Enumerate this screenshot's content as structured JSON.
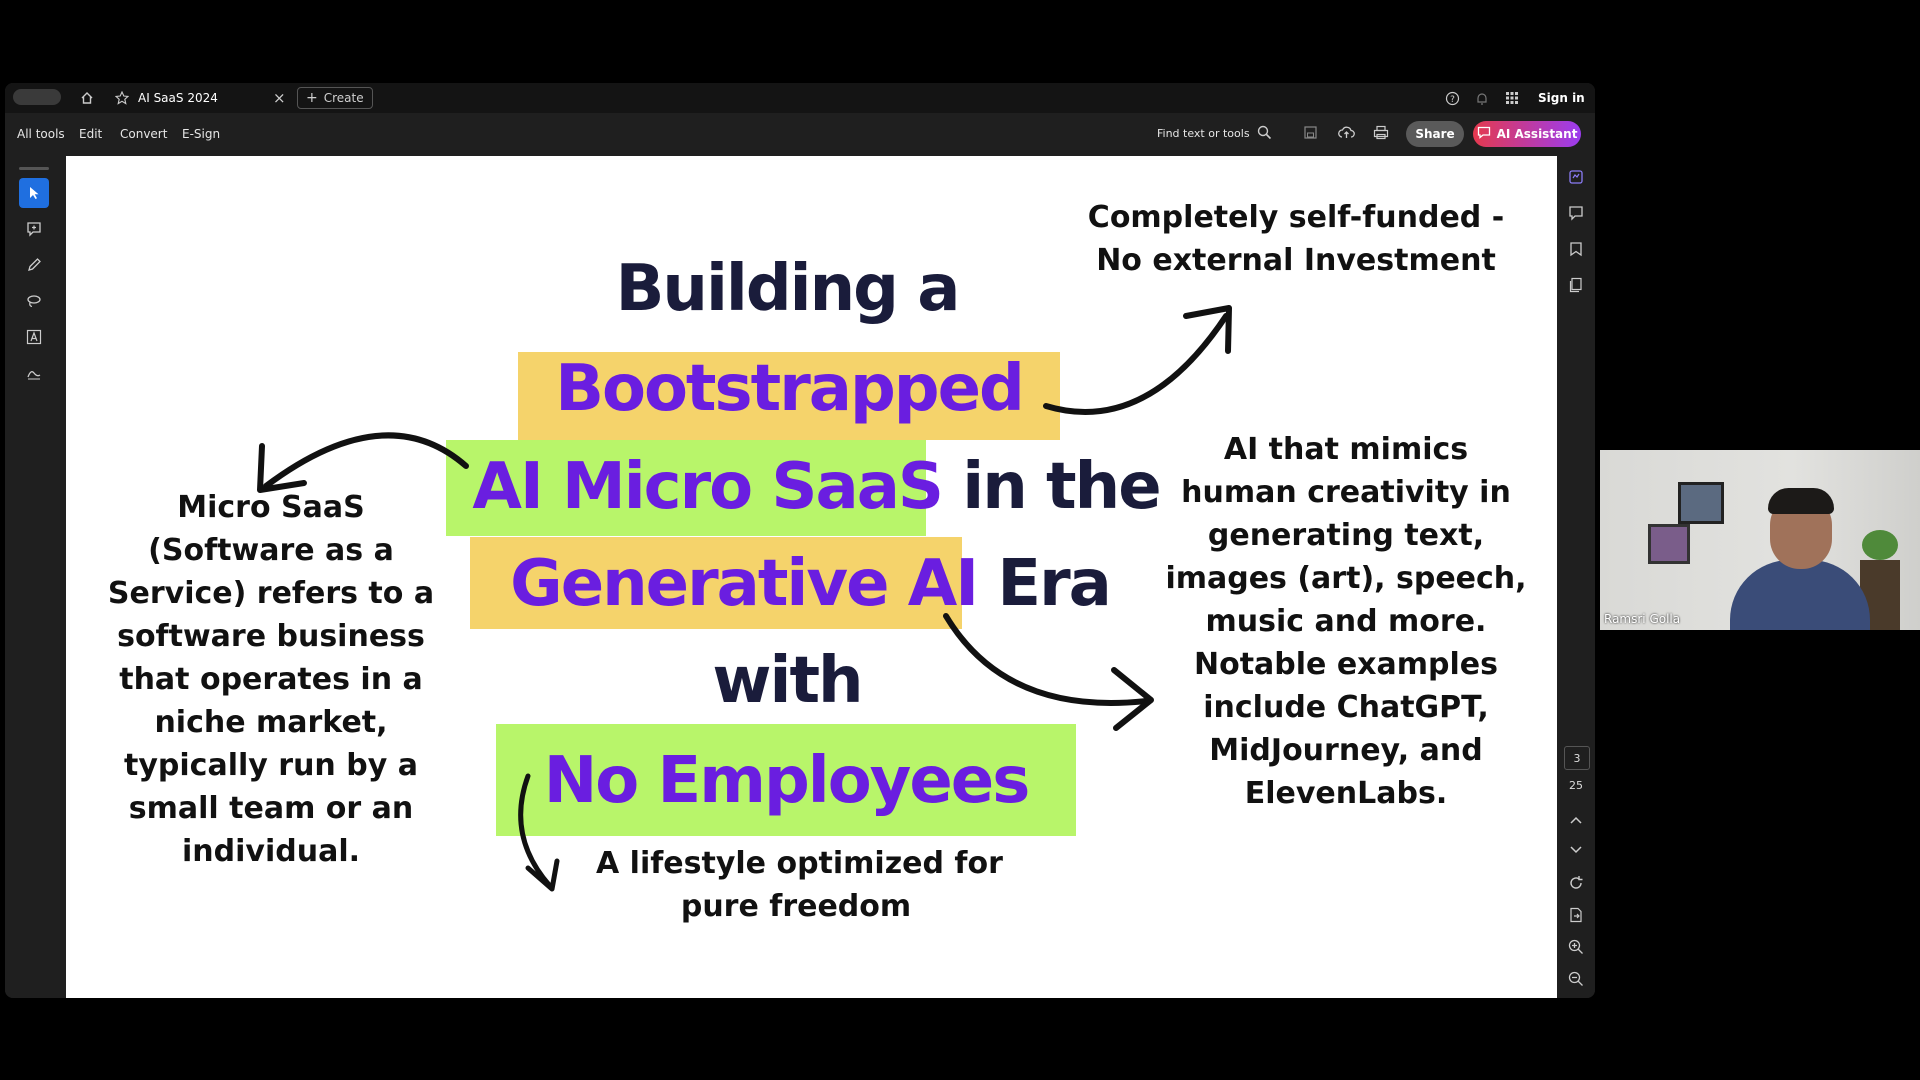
{
  "app": {
    "tab_title": "AI SaaS 2024",
    "create_label": "Create",
    "sign_in": "Sign in"
  },
  "menu": {
    "items": [
      "All tools",
      "Edit",
      "Convert",
      "E-Sign"
    ],
    "search_label": "Find text or tools",
    "share": "Share",
    "ai_assistant": "AI Assistant"
  },
  "pager": {
    "current": "3",
    "total": "25"
  },
  "slide": {
    "line1": "Building a",
    "line2": "Bootstrapped",
    "line3_hl": "AI Micro SaaS",
    "line3_rest": " in the",
    "line4_hl": "Generative AI",
    "line4_rest": " Era",
    "line5": "with",
    "line6": "No Employees",
    "top_right": [
      "Completely self-funded -",
      "No external Investment"
    ],
    "right": [
      "AI that mimics",
      "human creativity in",
      "generating text,",
      "images (art), speech,",
      "music and more.",
      "Notable examples",
      "include ChatGPT,",
      "MidJourney, and",
      "ElevenLabs."
    ],
    "left": [
      "Micro SaaS",
      "(Software as a",
      "Service) refers to a",
      "software business",
      "that operates in a",
      "niche market,",
      "typically run by a",
      "small team or an",
      "individual."
    ],
    "bottom": [
      "A lifestyle optimized for",
      "pure freedom"
    ]
  },
  "video": {
    "name": "Ramsri Golla"
  },
  "colors": {
    "purple": "#6a1ee0",
    "navy": "#1a1c3b",
    "yellow": "#f5d36b",
    "green": "#b8f56a"
  }
}
